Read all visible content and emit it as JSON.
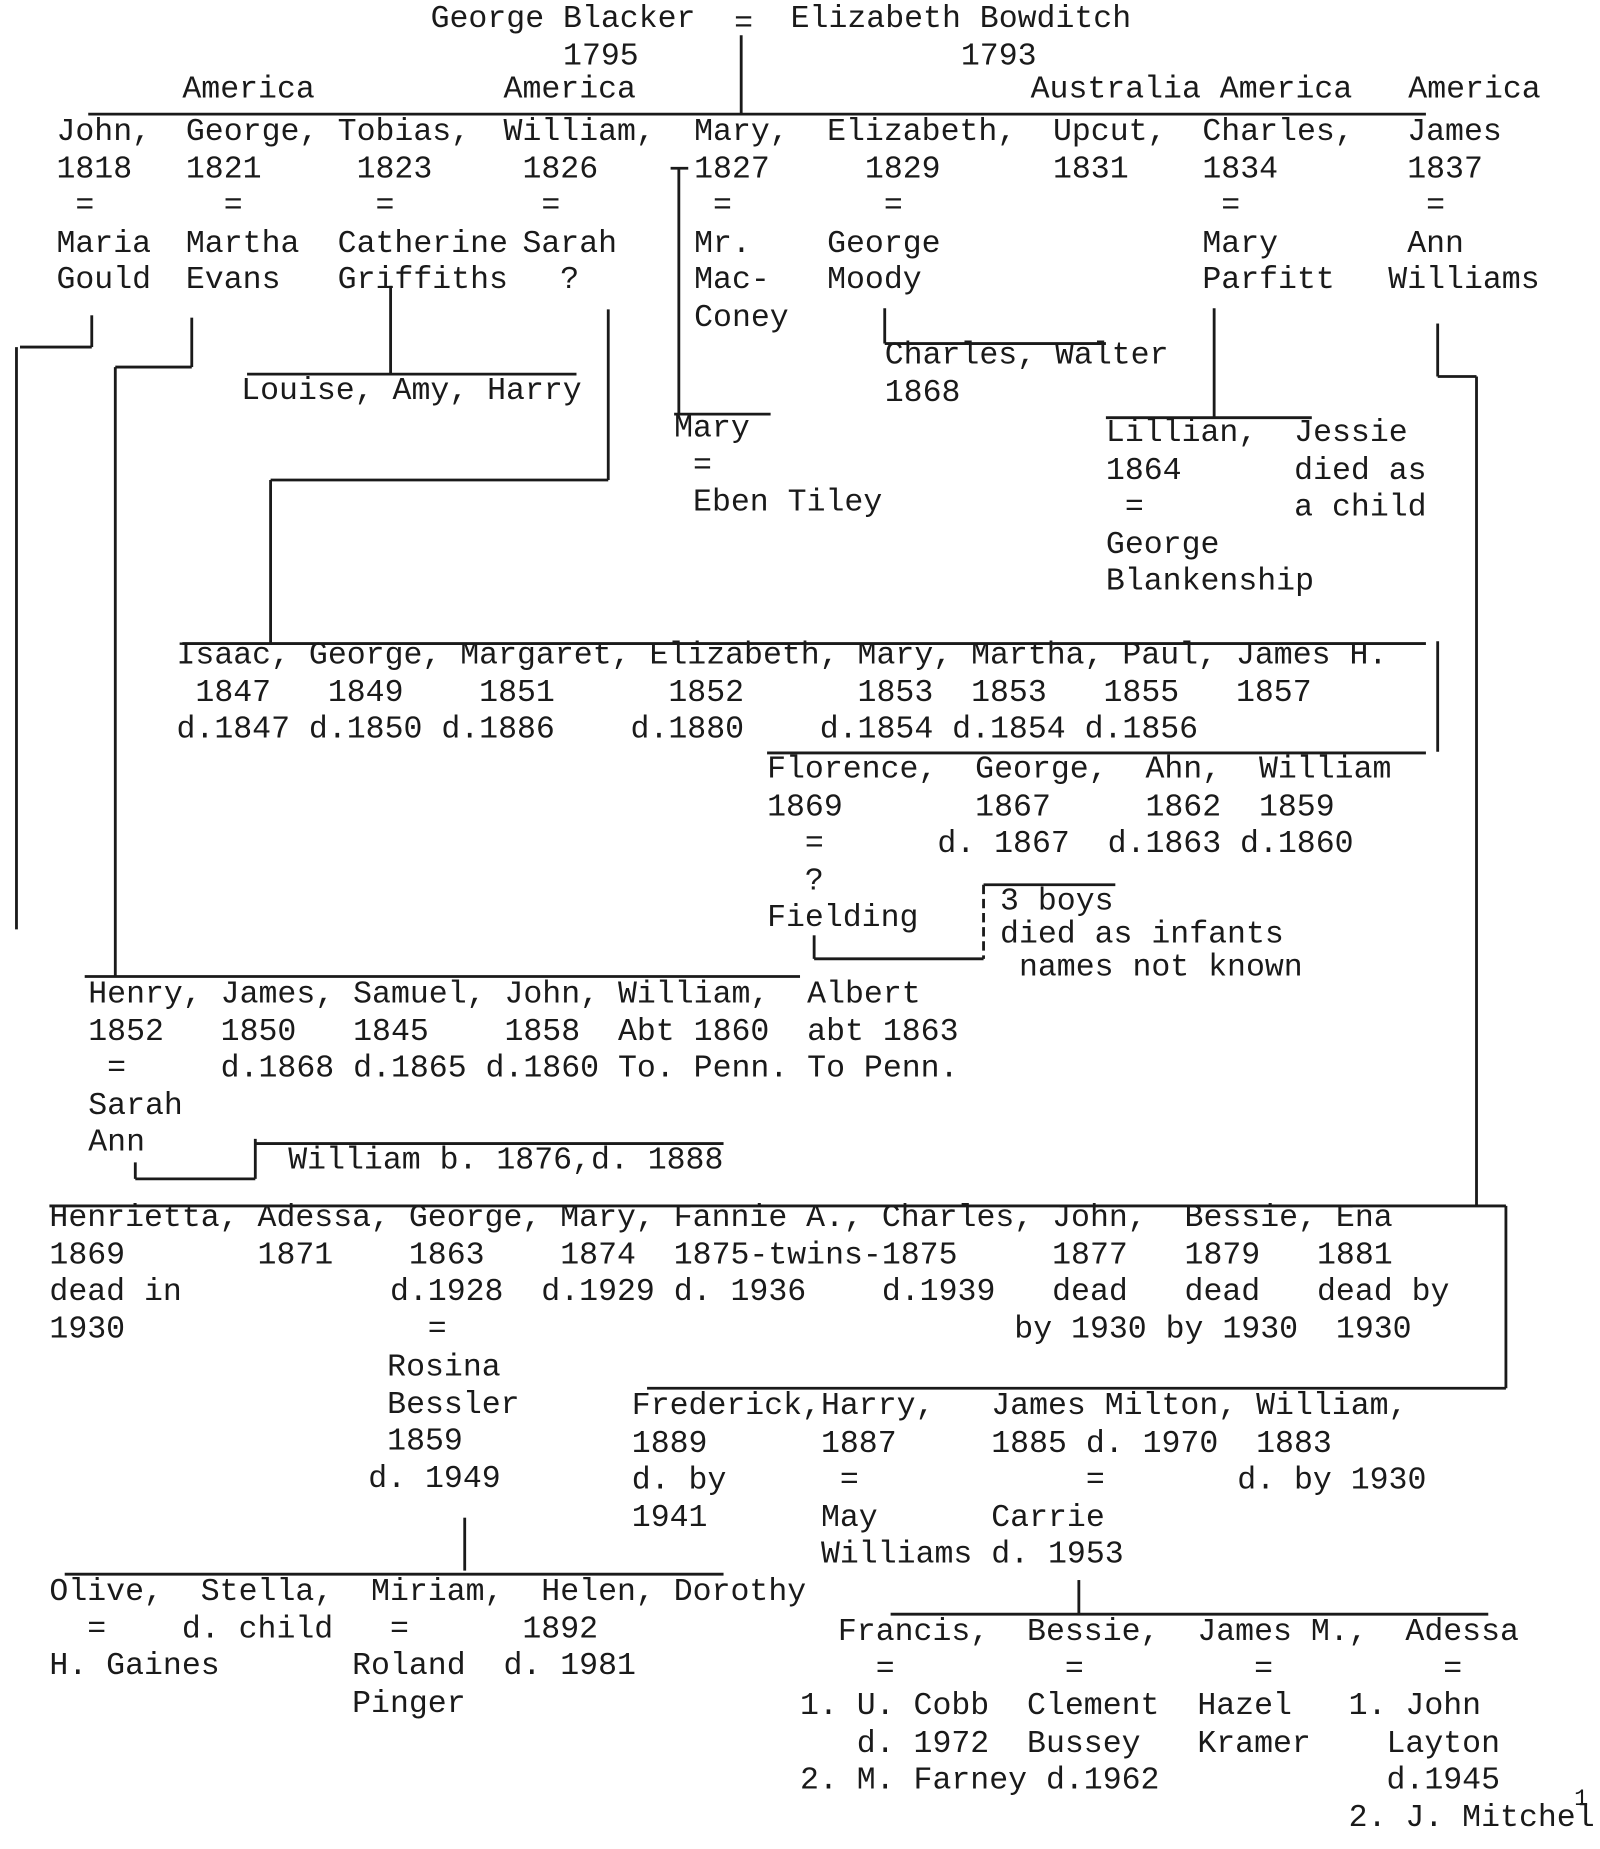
{
  "parents": {
    "father": "George Blacker\n       1795",
    "marriage": "=",
    "mother": "Elizabeth Bowditch\n         1793"
  },
  "emigration_labels": {
    "george": "America",
    "william": "America",
    "upcut_charles": "Australia America",
    "james": "America"
  },
  "generation1": {
    "john": "John,\n1818\n =\nMaria\nGould",
    "george": "George,\n1821\n  =\nMartha\nEvans",
    "tobias": "Tobias,\n 1823\n  =\nCatherine\nGriffiths",
    "william": "William,\n 1826\n  =\n Sarah\n   ?",
    "mary": "Mary,\n1827\n =\nMr.\nMac-\nConey",
    "elizabeth": "Elizabeth,\n  1829\n   =\nGeorge\nMoody",
    "upcut": "Upcut,\n1831",
    "charles": "Charles,\n1834\n =\nMary\nParfitt",
    "james": " James\n 1837\n  =\n Ann\nWilliams"
  },
  "tobias_children": "Louise, Amy, Harry",
  "elizabeth_children": "Charles, Walter\n1868",
  "mary_children": "Mary\n =\n Eben Tiley",
  "charles_children": {
    "lillian": "Lillian,\n1864\n =\nGeorge\nBlankenship",
    "jessie": "Jessie\ndied as\na child"
  },
  "william_children_row1": "Isaac, George, Margaret, Elizabeth, Mary, Martha, Paul, James H.\n 1847   1849    1851      1852      1853  1853   1855   1857\nd.1847 d.1850 d.1886    d.1880    d.1854 d.1854 d.1856",
  "william_children_row2": "Florence,  George,  Ahn,  William\n1869       1867     1862  1859\n  =      d. 1867  d.1863 d.1860\n  ?\nFielding",
  "three_boys_note": "3 boys\ndied as infants\n names not known",
  "george_children": "Henry, James, Samuel, John, William,  Albert\n1852   1850   1845    1858  Abt 1860  abt 1863\n =     d.1868 d.1865 d.1860 To. Penn. To Penn.\nSarah\nAnn",
  "henry_child": "William b. 1876,d. 1888",
  "james_children_row1": "Henrietta, Adessa, George, Mary, Fannie A., Charles, John,  Bessie, Ena\n1869       1871    1863    1874  1875-twins-1875     1877   1879   1881\ndead in           d.1928  d.1929 d. 1936    d.1939   dead   dead   dead by\n1930                =                              by 1930 by 1930  1930",
  "george_spouse": " Rosina\n Bessler\n 1859\nd. 1949",
  "james_children_row2": "Frederick,Harry,   James Milton, William,\n1889      1887     1885 d. 1970  1883\nd. by      =            =       d. by 1930\n1941      May      Carrie\n          Williams d. 1953",
  "george_rosina_children": "Olive,  Stella,  Miriam,  Helen, Dorothy\n  =    d. child   =      1892\nH. Gaines       Roland  d. 1981\n                Pinger",
  "james_milton_children": "  Francis,  Bessie,  James M.,  Adessa\n    =         =         =         =\n1. U. Cobb  Clement  Hazel   1. John\n   d. 1972  Bussey   Kramer    Layton\n2. M. Farney d.1962            d.1945\n                             2. J. Mitchel",
  "page_number": "1"
}
